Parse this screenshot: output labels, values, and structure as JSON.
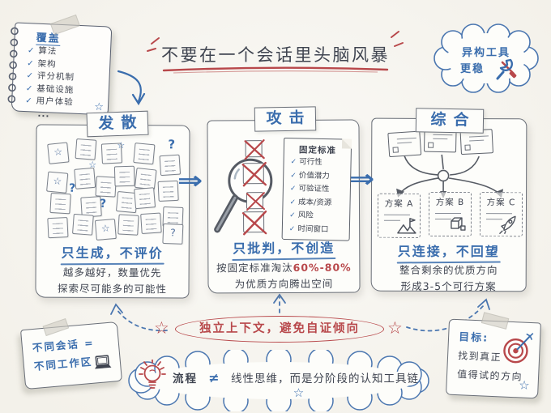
{
  "colors": {
    "paper": "#f6f4ee",
    "blue": "#3a6dad",
    "red": "#b8484b",
    "dark": "#3f4450"
  },
  "glyphs": {
    "star": "☆",
    "question": "?",
    "double_arrow": "⇒",
    "check": "✓",
    "ellipsis": "..."
  },
  "title": {
    "text": "不要在一个会话里头脑风暴"
  },
  "coverage_note": {
    "title": "覆盖",
    "items": [
      "算法",
      "架构",
      "评分机制",
      "基础设施",
      "用户体验"
    ]
  },
  "tool_cloud": {
    "line1": "异构工具",
    "line2": "更稳"
  },
  "stage_diverge": {
    "badge": "发散",
    "heading": "只生成，不评价",
    "sub1": "越多越好，数量优先",
    "sub2": "探索尽可能多的可能性"
  },
  "stage_attack": {
    "badge": "攻击",
    "heading": "只批判，不创造",
    "sub1_prefix": "按固定标准淘汰",
    "sub1_highlight": "60%-80%",
    "sub2": "为优质方向腾出空间",
    "criteria_title": "固定标准",
    "criteria": [
      "可行性",
      "价值潜力",
      "可验证性",
      "成本/资源",
      "风险",
      "时间窗口"
    ]
  },
  "stage_synthesize": {
    "badge": "综合",
    "heading": "只连接，不回望",
    "sub1": "整合剩余的优质方向",
    "sub2": "形成3-5个可行方案",
    "plans": [
      {
        "label": "方案 A"
      },
      {
        "label": "方案 B"
      },
      {
        "label": "方案 C"
      }
    ]
  },
  "context_pill": {
    "text": "独立上下文，避免自证倾向"
  },
  "workspace_note": {
    "line1": "不同会话 =",
    "line2": "不同工作区"
  },
  "process_strip": {
    "prefix": "流程",
    "neq": "≠",
    "suffix": "线性思维，而是分阶段的认知工具链"
  },
  "goal_note": {
    "title": "目标:",
    "line1": "找到真正",
    "line2": "值得试的方向"
  }
}
